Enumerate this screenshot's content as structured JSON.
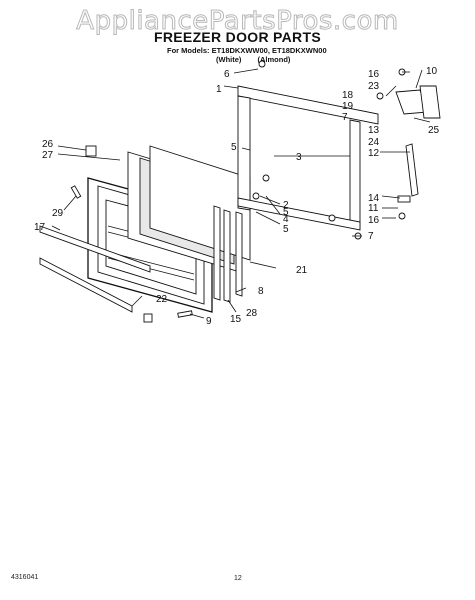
{
  "watermark": "AppliancePartsPros.com",
  "title": "FREEZER DOOR PARTS",
  "models_line": "For Models: ET18DKXWW00, ET18DKXWN00",
  "variants_line": "(White) (Almond)",
  "document_number": "4316041",
  "page_number": "12",
  "callouts": [
    "1",
    "2",
    "3",
    "4",
    "5",
    "5",
    "5",
    "6",
    "7",
    "7",
    "7",
    "8",
    "9",
    "10",
    "11",
    "12",
    "13",
    "14",
    "15",
    "16",
    "16",
    "17",
    "18",
    "19",
    "21",
    "22",
    "23",
    "24",
    "25",
    "26",
    "27",
    "28",
    "29"
  ]
}
